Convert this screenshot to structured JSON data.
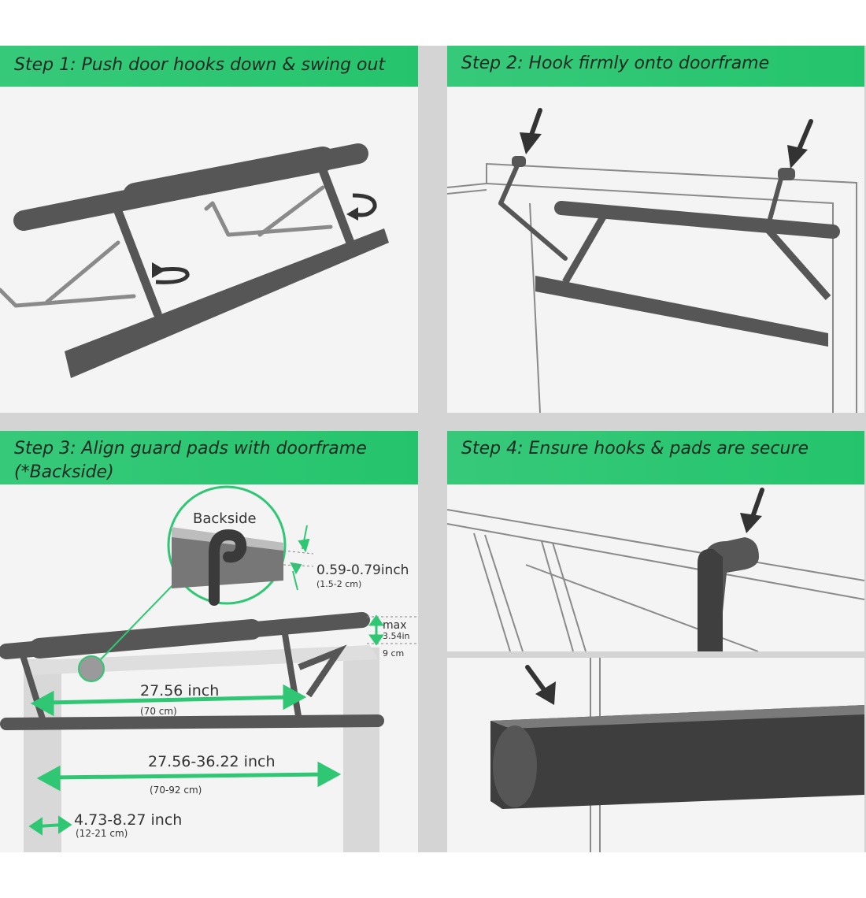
{
  "steps": [
    {
      "title": "Step 1: Push door hooks down & swing out"
    },
    {
      "title": "Step 2: Hook firmly onto doorframe"
    },
    {
      "title": "Step 3: Align guard pads with doorframe",
      "subtitle": "(*Backside)"
    },
    {
      "title": "Step 4: Ensure hooks & pads are secure"
    }
  ],
  "step3": {
    "callout_label": "Backside",
    "pad_gap": {
      "value": "0.59-0.79inch",
      "metric": "(1.5-2 cm)"
    },
    "max_height": {
      "label": "max",
      "value": "3.54in",
      "metric": "9 cm"
    },
    "bar_width": {
      "value": "27.56 inch",
      "metric": "(70 cm)"
    },
    "door_width": {
      "value": "27.56-36.22 inch",
      "metric": "(70-92 cm)"
    },
    "frame_width": {
      "value": "4.73-8.27 inch",
      "metric": "(12-21 cm)"
    }
  },
  "colors": {
    "accent": "#2fc774",
    "bar": "#565656",
    "panel": "#f4f4f4",
    "divider": "#d4d4d4"
  }
}
